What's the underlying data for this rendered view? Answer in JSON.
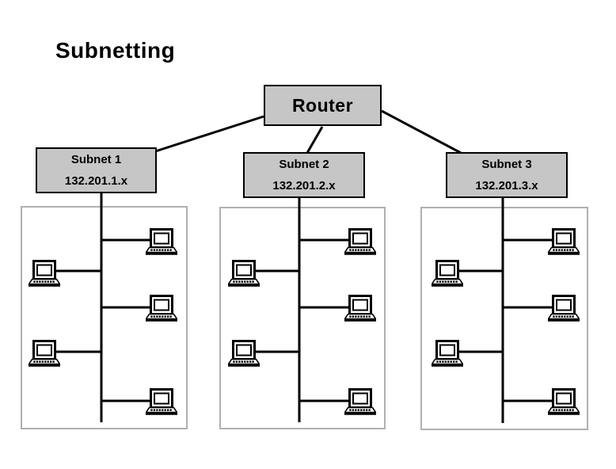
{
  "page": {
    "title": "Subnetting"
  },
  "router": {
    "label": "Router"
  },
  "subnets": [
    {
      "name": "Subnet 1",
      "ip": "132.201.1.x",
      "host_count": 5
    },
    {
      "name": "Subnet 2",
      "ip": "132.201.2.x",
      "host_count": 5
    },
    {
      "name": "Subnet 3",
      "ip": "132.201.3.x",
      "host_count": 5
    }
  ],
  "icons": {
    "host": "laptop-icon"
  },
  "colors": {
    "background": "#ffffff",
    "node_fill": "#c6c6c6",
    "node_border": "#000000",
    "panel_border": "#b0b0b0",
    "wire": "#000000",
    "text": "#000000"
  }
}
